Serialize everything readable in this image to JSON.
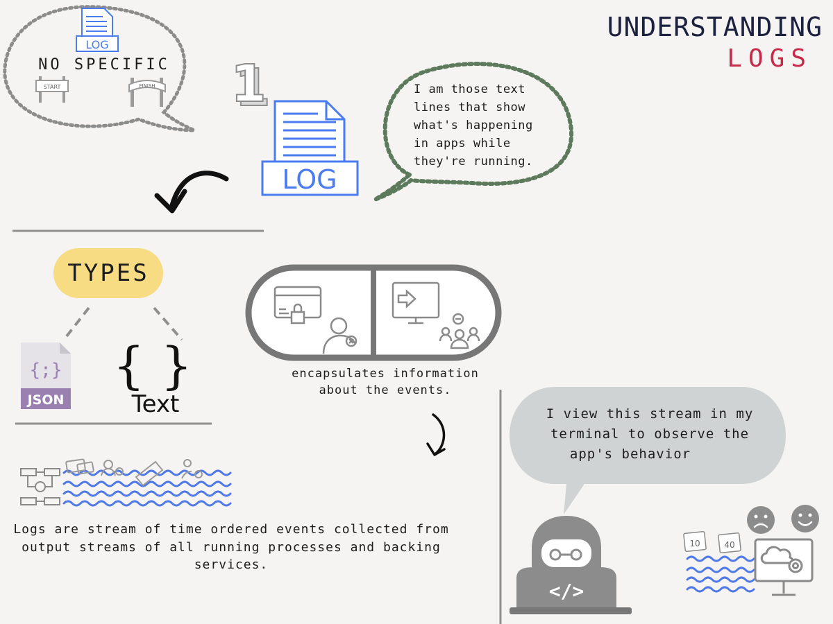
{
  "title": {
    "line1": "UNDERSTANDING",
    "line2": "LOGS"
  },
  "colors": {
    "title_navy": "#1d2140",
    "title_red": "#c8294a",
    "log_blue": "#4a7cf0",
    "bubble_green": "#5d7a5d",
    "types_yellow": "#f7dc84",
    "json_purple": "#9a7fb1",
    "wave_blue": "#4f79e6",
    "gray_bubble": "#d0d3d3"
  },
  "bubble_specific": {
    "text": "NO SPECIFIC",
    "log_label": "LOG",
    "start_label": "START",
    "finish_label": "FINISH"
  },
  "step_number": "1",
  "log_icon_label": "LOG",
  "log_speech": {
    "lines": [
      "I am those text",
      "lines that show",
      "what's happening",
      "in apps while",
      "they're running."
    ]
  },
  "types": {
    "label": "TYPES",
    "json_label": "JSON",
    "json_glyph": "{;}",
    "braces": "{ }",
    "text_label": "Text"
  },
  "capsule_caption": {
    "lines": [
      "encapsulates information",
      "about the events."
    ]
  },
  "stream_caption": {
    "lines": [
      "Logs are stream of time ordered events collected from",
      "output streams of all running processes and backing",
      "services."
    ]
  },
  "terminal_speech": {
    "lines": [
      "I view this stream in my",
      "terminal to observe the",
      "app's behavior"
    ]
  },
  "developer_code_glyph": "</>",
  "date_cards": [
    "10",
    "40"
  ]
}
